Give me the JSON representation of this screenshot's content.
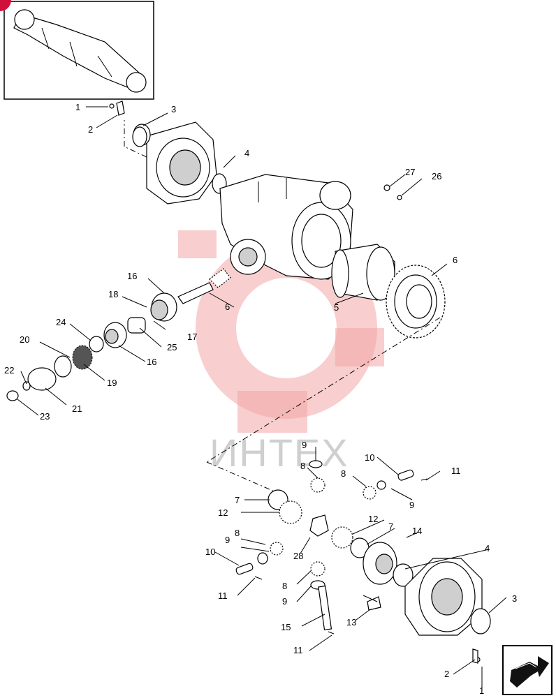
{
  "watermark": {
    "text": "ИНТЕХ",
    "color": "#f3a5a5"
  },
  "corner_badge": {
    "color": "#d0103a"
  },
  "nav": {
    "icon": "next-page-arrow-icon"
  },
  "callouts": {
    "c1a": "1",
    "c2a": "2",
    "c3a": "3",
    "c4a": "4",
    "c27": "27",
    "c26": "26",
    "c6a": "6",
    "c16a": "16",
    "c18": "18",
    "c6b": "6",
    "c5": "5",
    "c24": "24",
    "c17": "17",
    "c25": "25",
    "c16b": "16",
    "c20": "20",
    "c19": "19",
    "c22": "22",
    "c21": "21",
    "c23": "23",
    "c9a": "9",
    "c8a": "8",
    "c10a": "10",
    "c11a": "11",
    "c8b": "8",
    "c9b": "9",
    "c7a": "7",
    "c12a": "12",
    "c12b": "12",
    "c7b": "7",
    "c8c": "8",
    "c9c": "9",
    "c14": "14",
    "c4b": "4",
    "c28": "28",
    "c10b": "10",
    "c8d": "8",
    "c3b": "3",
    "c9d": "9",
    "c11b": "11",
    "c13": "13",
    "c15": "15",
    "c11c": "11",
    "c2b": "2",
    "c1b": "1"
  }
}
